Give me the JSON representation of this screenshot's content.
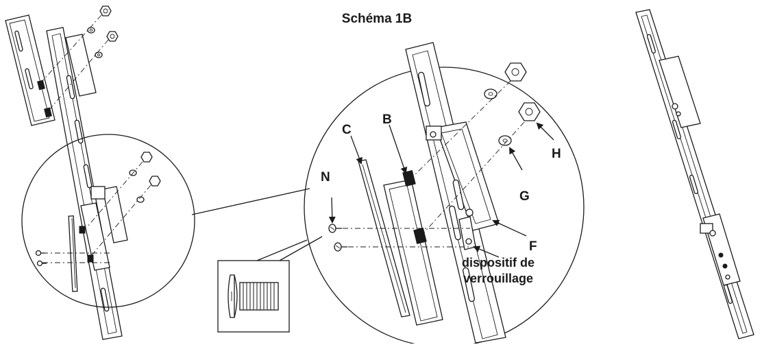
{
  "figure": {
    "title": "Schéma 1B",
    "callouts": {
      "B": "B",
      "C": "C",
      "F": "F",
      "G": "G",
      "H": "H",
      "N": "N"
    },
    "lock_label_line1": "dispositif de",
    "lock_label_line2": "verrouillage"
  },
  "colors": {
    "ink": "#1a1a1a",
    "background": "#ffffff"
  }
}
